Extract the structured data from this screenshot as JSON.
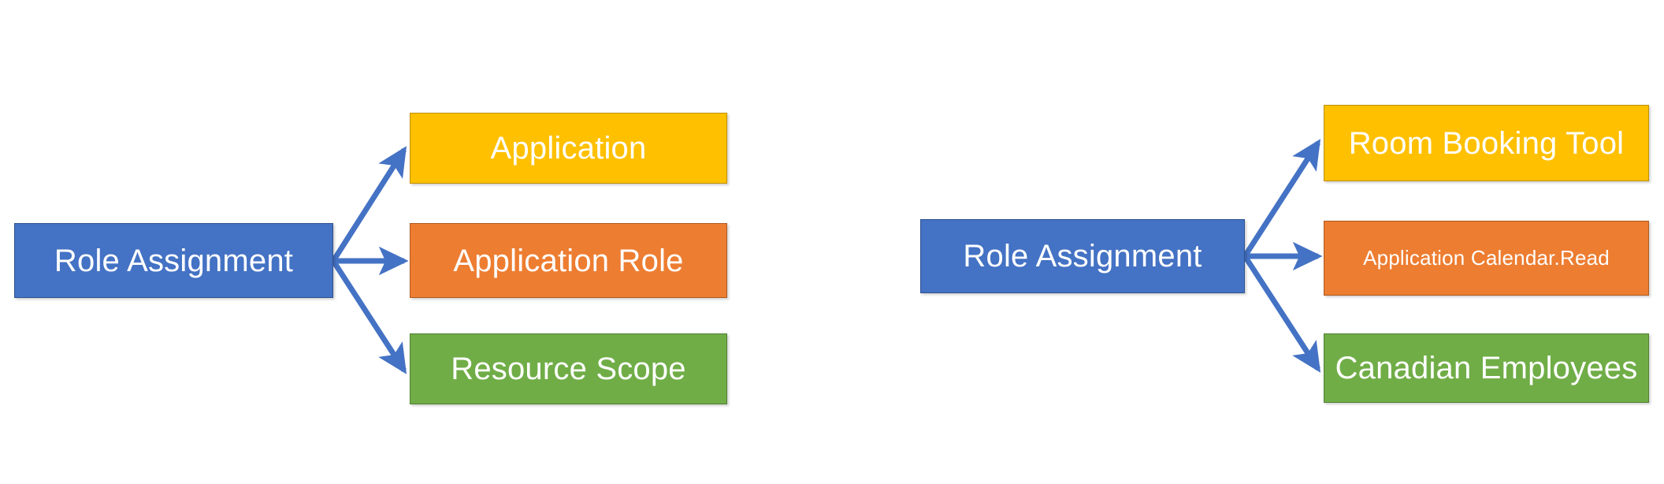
{
  "diagram": {
    "title": "Role Assignment composition diagram",
    "background_color": "#FFFFFF",
    "colors": {
      "blue": "#4472C4",
      "yellow": "#FFC000",
      "orange": "#ED7D31",
      "green": "#70AD47",
      "arrow": "#4472C4",
      "text": "#FFFFFF"
    },
    "groups": [
      {
        "name": "generic-model",
        "source": {
          "label": "Role Assignment",
          "color": "#4472C4"
        },
        "targets": [
          {
            "label": "Application",
            "color": "#FFC000"
          },
          {
            "label": "Application Role",
            "color": "#ED7D31"
          },
          {
            "label": "Resource Scope",
            "color": "#70AD47"
          }
        ]
      },
      {
        "name": "concrete-example",
        "source": {
          "label": "Role Assignment",
          "color": "#4472C4"
        },
        "targets": [
          {
            "label": "Room Booking Tool",
            "color": "#FFC000"
          },
          {
            "label": "Application Calendar.Read",
            "color": "#ED7D31"
          },
          {
            "label": "Canadian Employees",
            "color": "#70AD47"
          }
        ]
      }
    ]
  }
}
